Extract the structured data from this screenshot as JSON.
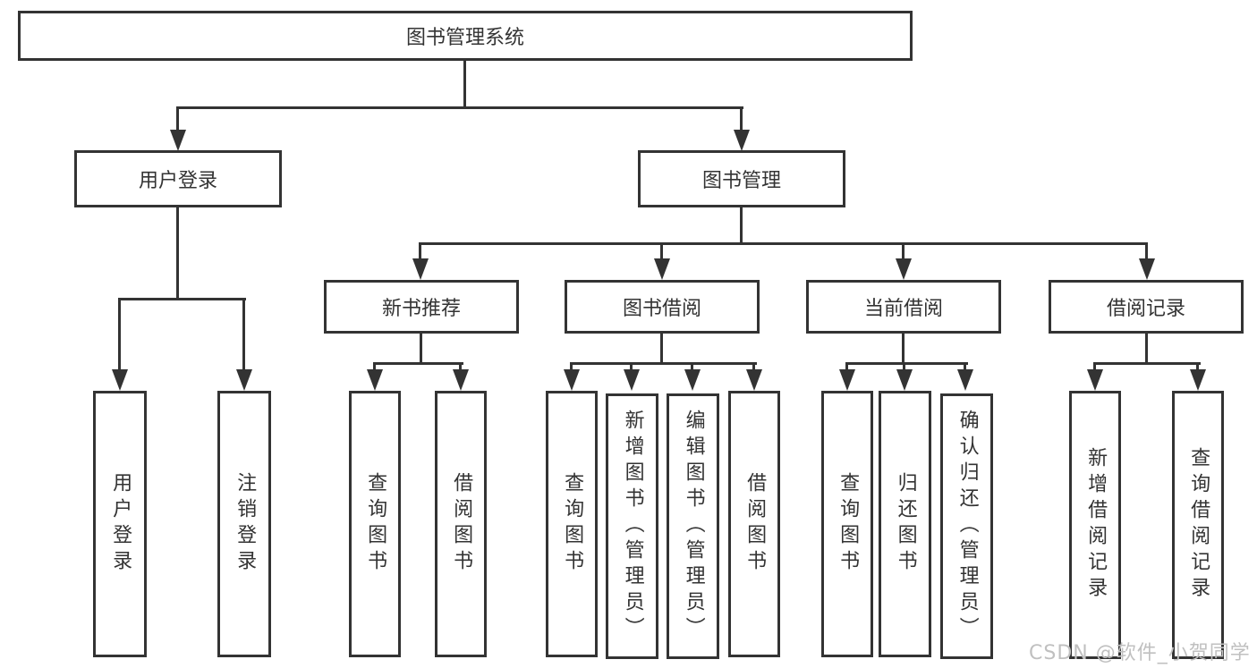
{
  "diagram": {
    "title": "图书管理系统",
    "line_color": "#333333",
    "box_border_color": "#333333",
    "text_color": "#333333",
    "background_color": "#ffffff"
  },
  "nodes": {
    "root": {
      "label": "图书管理系统"
    },
    "user_login": {
      "label": "用户登录"
    },
    "book_mgmt": {
      "label": "图书管理"
    },
    "new_book_rec": {
      "label": "新书推荐"
    },
    "book_borrow": {
      "label": "图书借阅"
    },
    "current_borrow": {
      "label": "当前借阅"
    },
    "borrow_records": {
      "label": "借阅记录"
    },
    "leaf_user_login": {
      "label": "用户登录"
    },
    "leaf_logout": {
      "label": "注销登录"
    },
    "leaf_query_book_rec": {
      "label": "查询图书"
    },
    "leaf_borrow_book_rec": {
      "label": "借阅图书"
    },
    "leaf_query_book_borrow": {
      "label": "查询图书"
    },
    "leaf_add_book_admin": {
      "label": "新增图书（管理员）"
    },
    "leaf_edit_book_admin": {
      "label": "编辑图书（管理员）"
    },
    "leaf_borrow_book_borrow": {
      "label": "借阅图书"
    },
    "leaf_query_book_current": {
      "label": "查询图书"
    },
    "leaf_return_book": {
      "label": "归还图书"
    },
    "leaf_confirm_return_admin": {
      "label": "确认归还（管理员）"
    },
    "leaf_add_borrow_record": {
      "label": "新增借阅记录"
    },
    "leaf_query_borrow_record": {
      "label": "查询借阅记录"
    }
  },
  "watermark": {
    "text": "CSDN @软件_小贺同学",
    "color": "#c0c0c0"
  }
}
